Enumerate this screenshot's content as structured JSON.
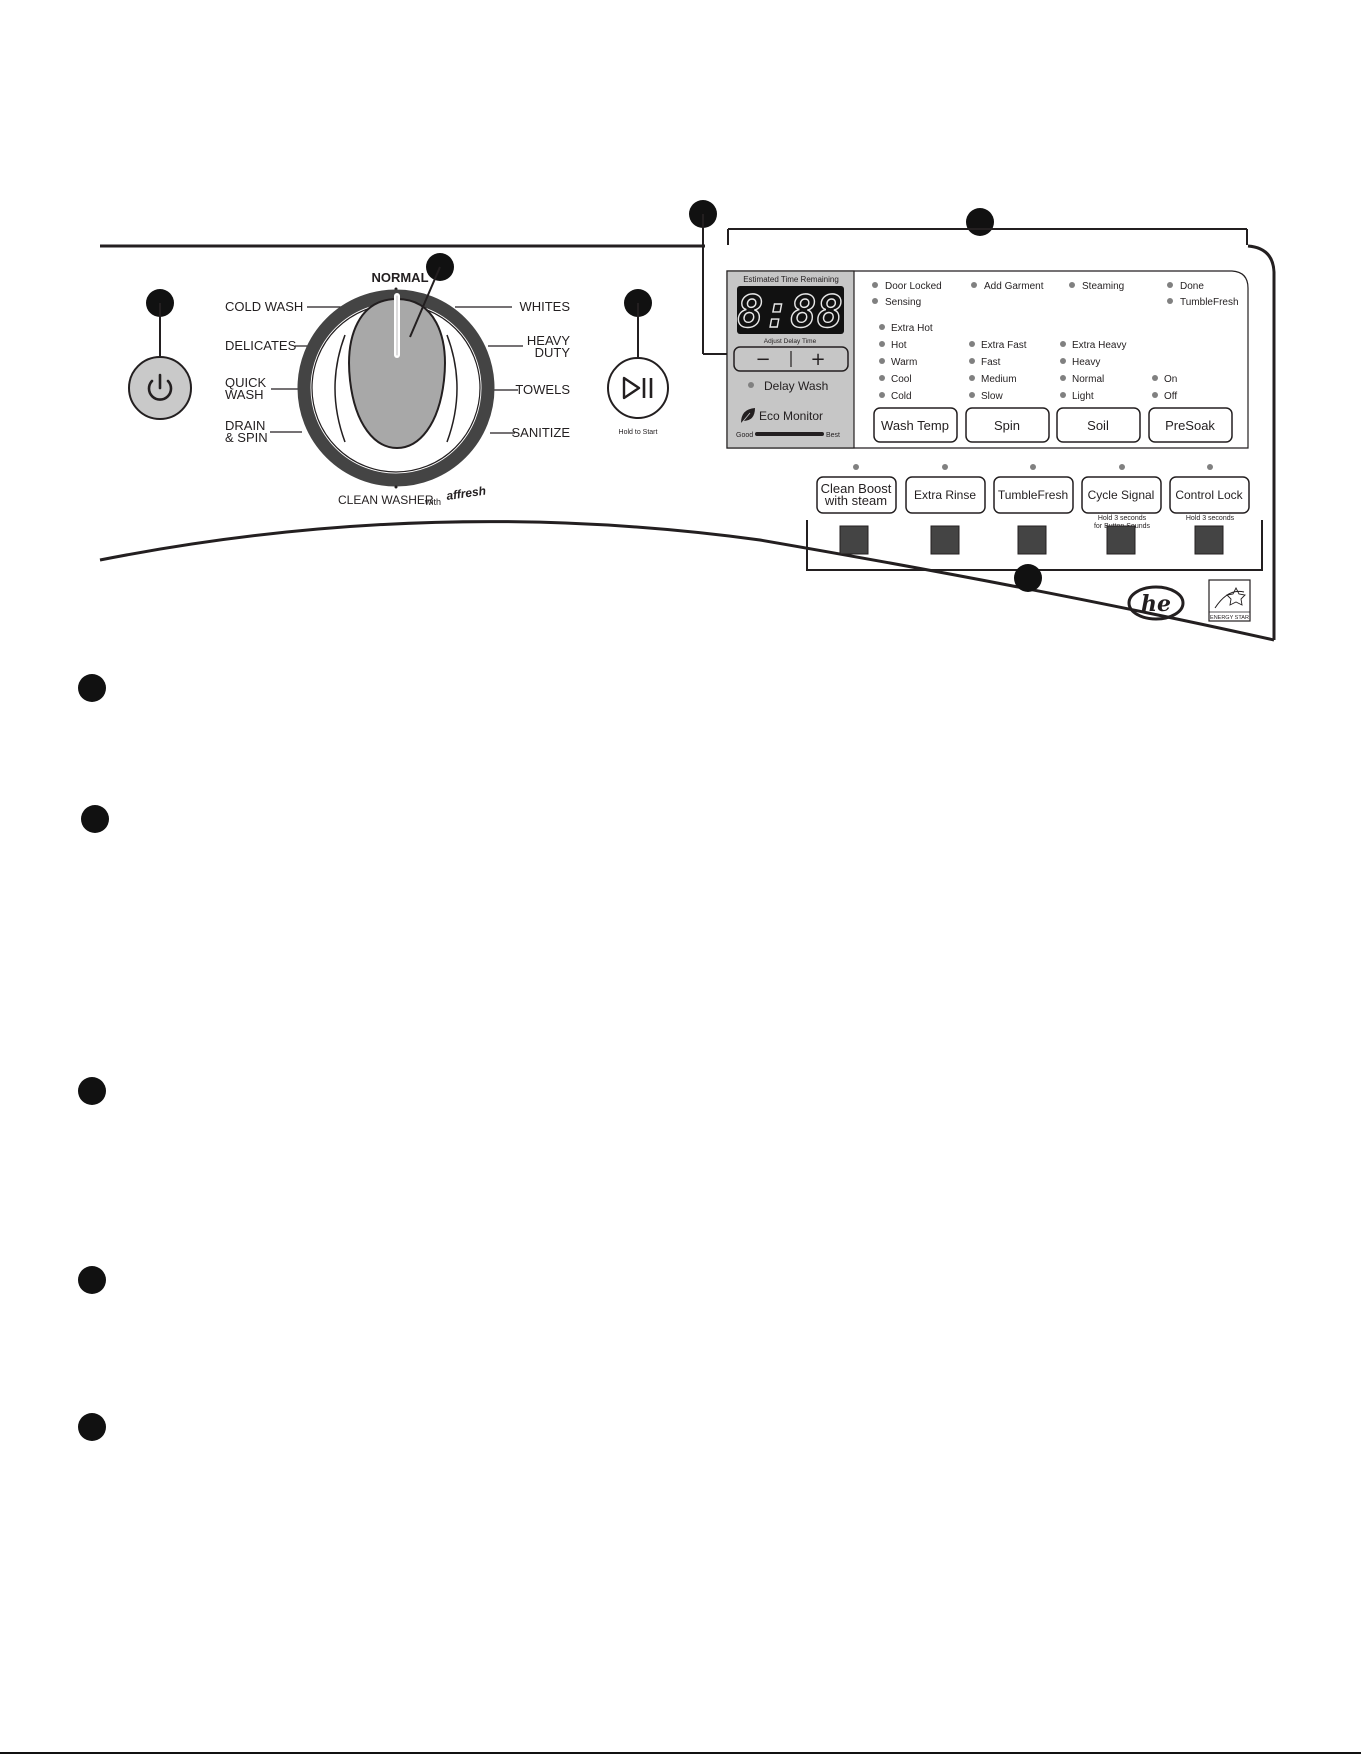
{
  "dial": {
    "top_label": "NORMAL",
    "left_labels": [
      "COLD WASH",
      "DELICATES",
      "QUICK",
      "WASH",
      "DRAIN",
      "& SPIN"
    ],
    "right_labels": [
      "WHITES",
      "HEAVY",
      "DUTY",
      "TOWELS",
      "SANITIZE"
    ],
    "bottom_label": "CLEAN WASHER",
    "bottom_with": "with",
    "bottom_brand": "affresh"
  },
  "start_button": {
    "caption": "Hold to Start"
  },
  "display": {
    "header": "Estimated Time Remaining",
    "digits": "8:88",
    "adjust_label": "Adjust Delay Time",
    "minus": "−",
    "plus": "+",
    "delay_wash": "Delay Wash",
    "eco_monitor": "Eco Monitor",
    "eco_good": "Good",
    "eco_best": "Best"
  },
  "status": {
    "row1": [
      "Door Locked",
      "Add Garment",
      "Steaming",
      "Done"
    ],
    "row2": [
      "Sensing",
      "TumbleFresh"
    ]
  },
  "wash_temp": {
    "options": [
      "Extra Hot",
      "Hot",
      "Warm",
      "Cool",
      "Cold"
    ],
    "button": "Wash Temp"
  },
  "spin": {
    "options": [
      "Extra Fast",
      "Fast",
      "Medium",
      "Slow"
    ],
    "button": "Spin"
  },
  "soil": {
    "options": [
      "Extra Heavy",
      "Heavy",
      "Normal",
      "Light"
    ],
    "button": "Soil"
  },
  "presoak": {
    "options": [
      "On",
      "Off"
    ],
    "button": "PreSoak"
  },
  "options_row": {
    "clean_boost": [
      "Clean Boost",
      "with steam"
    ],
    "extra_rinse": "Extra Rinse",
    "tumblefresh": "TumbleFresh",
    "cycle_signal": "Cycle Signal",
    "cycle_signal_note": [
      "Hold 3 seconds",
      "for Button Sounds"
    ],
    "control_lock": "Control Lock",
    "control_lock_note": "Hold 3 seconds"
  },
  "logos": {
    "he": "he",
    "energy_star": "ENERGY STAR"
  }
}
